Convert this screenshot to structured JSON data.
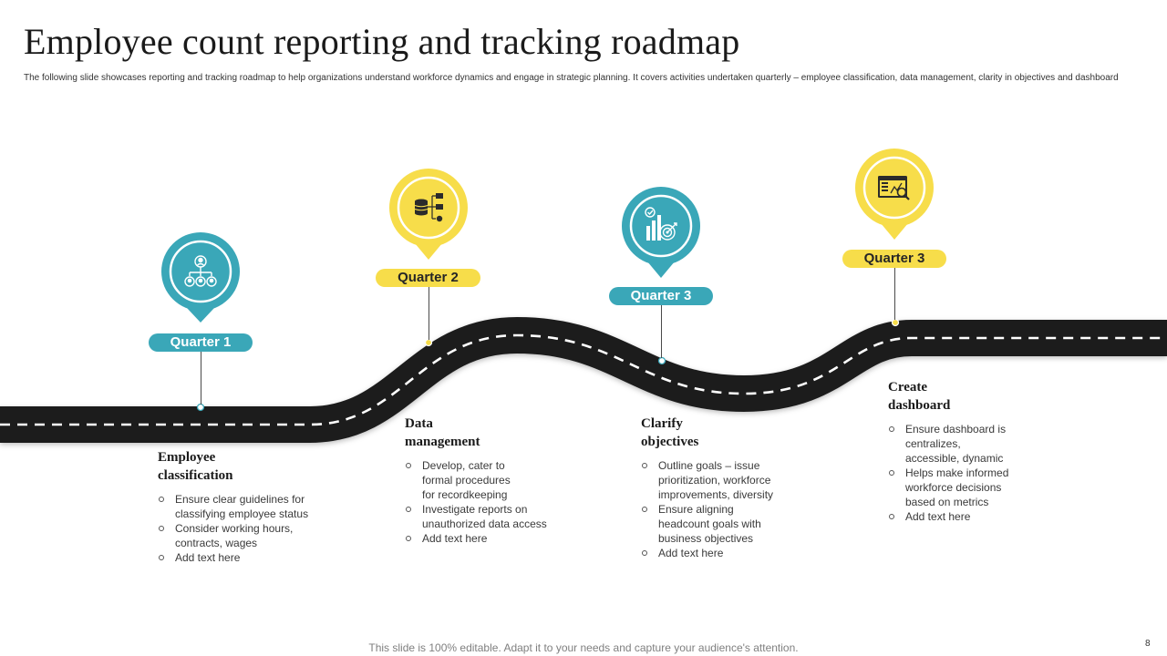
{
  "header": {
    "title": "Employee count reporting and tracking roadmap",
    "subtitle": "The following slide showcases reporting and tracking roadmap to help organizations understand workforce dynamics and engage in strategic planning. It covers activities undertaken quarterly – employee classification, data management, clarity in objectives and dashboard"
  },
  "colors": {
    "teal": "#3aa7b8",
    "yellow": "#f7dd4a",
    "road": "#1e1e1e",
    "road_marking": "#ffffff"
  },
  "stages": [
    {
      "quarter_label": "Quarter 1",
      "icon": "org-chart-icon",
      "color": "teal",
      "heading": "Employee\nclassification",
      "bullets": [
        "Ensure clear guidelines for\nclassifying employee status",
        "Consider working hours,\ncontracts, wages",
        "Add text here"
      ]
    },
    {
      "quarter_label": "Quarter 2",
      "icon": "database-icon",
      "color": "yellow",
      "heading": "Data\nmanagement",
      "bullets": [
        "Develop,  cater to\nformal procedures\n for recordkeeping",
        "Investigate  reports on\nunauthorized  data access",
        "Add text here"
      ]
    },
    {
      "quarter_label": "Quarter 3",
      "icon": "analytics-target-icon",
      "color": "teal",
      "heading": "Clarify\nobjectives",
      "bullets": [
        "Outline goals – issue\nprioritization, workforce\nimprovements,  diversity",
        "Ensure aligning\nheadcount goals with\nbusiness objectives",
        "Add text here"
      ]
    },
    {
      "quarter_label": "Quarter 3",
      "icon": "dashboard-search-icon",
      "color": "yellow",
      "heading": "Create\ndashboard",
      "bullets": [
        "Ensure dashboard is\ncentralizes,\naccessible, dynamic",
        "Helps make informed\nworkforce decisions\nbased on metrics",
        "Add text here"
      ]
    }
  ],
  "footer": {
    "note": "This slide is 100% editable. Adapt it to your needs and capture your audience's attention.",
    "page_number": "8"
  }
}
